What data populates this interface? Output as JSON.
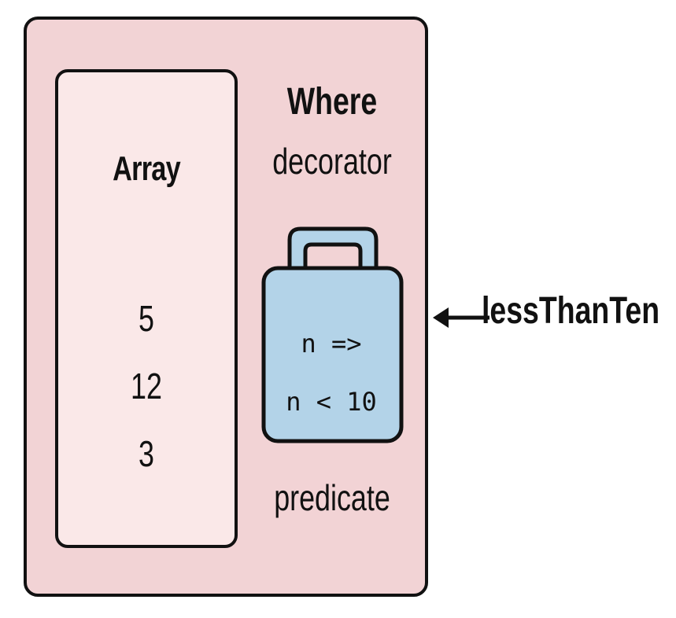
{
  "array": {
    "title": "Array",
    "values": [
      "5",
      "12",
      "3"
    ]
  },
  "where": {
    "title": "Where",
    "subtitle": "decorator"
  },
  "predicate": {
    "code_line1": "n =>",
    "code_line2": "n < 10",
    "label": "predicate"
  },
  "pointer": {
    "label": "lessThanTen"
  },
  "colors": {
    "outer_fill": "#f2d3d5",
    "array_fill": "#fae8e8",
    "bag_fill": "#b3d3e8",
    "stroke": "#111111"
  },
  "icons": {
    "bag": "bag-icon",
    "arrow": "arrow-left-icon"
  }
}
